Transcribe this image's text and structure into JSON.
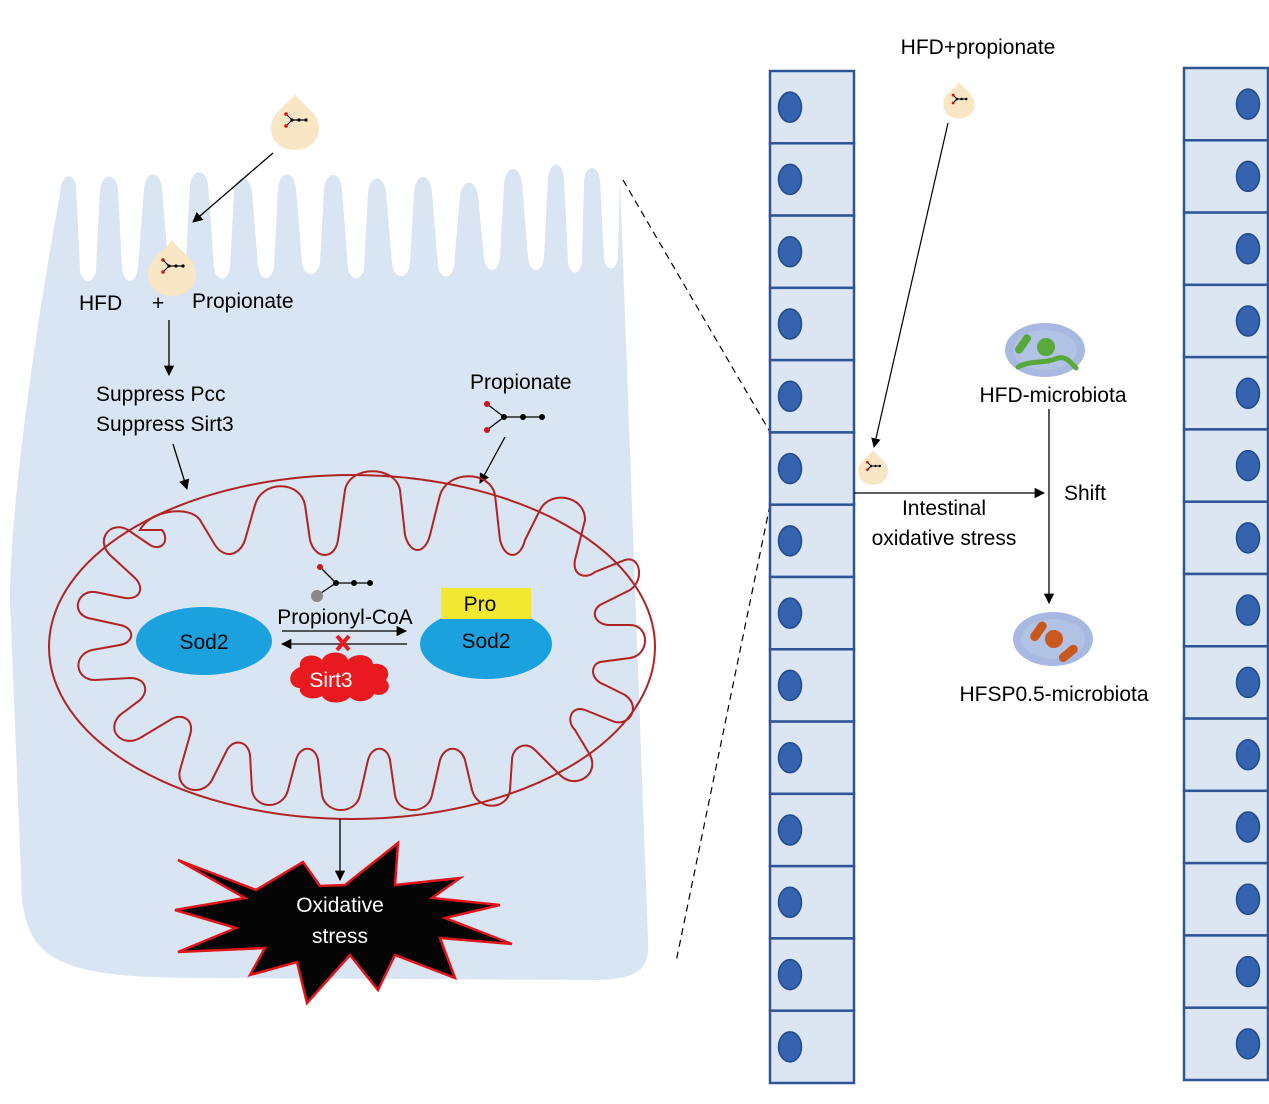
{
  "colors": {
    "cell_fill": "#dce6f2",
    "epithelium_fill": "#d7e3f1",
    "epithelium_stroke": "#2f5597",
    "nucleus": "#3563b0",
    "mito_stroke": "#b22222",
    "sod2": "#1ba1de",
    "pro_box": "#f2e832",
    "sirt3": "#e8191f",
    "droplet": "#f8e6c4",
    "atom_red": "#d0121b",
    "star_fill": "#050505",
    "star_stroke": "#e0141b",
    "microbe_bg": "#a7b9e0",
    "microbe_green": "#58a83c",
    "microbe_orange": "#c9581e"
  },
  "left_panel": {
    "hfd_label": "HFD",
    "plus_label": "+",
    "propionate_label": "Propionate",
    "suppress_lines": [
      "Suppress Pcc",
      "Suppress Sirt3"
    ],
    "propionate_mito_label": "Propionate",
    "sod2_left_label": "Sod2",
    "sod2_right_label": "Sod2",
    "pro_label": "Pro",
    "propionyl_coa_label": "Propionyl-CoA",
    "sirt3_label": "Sirt3",
    "oxidative_stress_lines": [
      "Oxidative",
      "stress"
    ]
  },
  "right_panel": {
    "hfd_propionate_label": "HFD+propionate",
    "intestinal_stress_lines": [
      "Intestinal",
      "oxidative stress"
    ],
    "hfd_microbiota_label": "HFD-microbiota",
    "shift_label": "Shift",
    "hfsp_microbiota_label": "HFSP0.5-microbiota",
    "left_column_cell_count": 14,
    "right_column_cell_count": 14
  }
}
